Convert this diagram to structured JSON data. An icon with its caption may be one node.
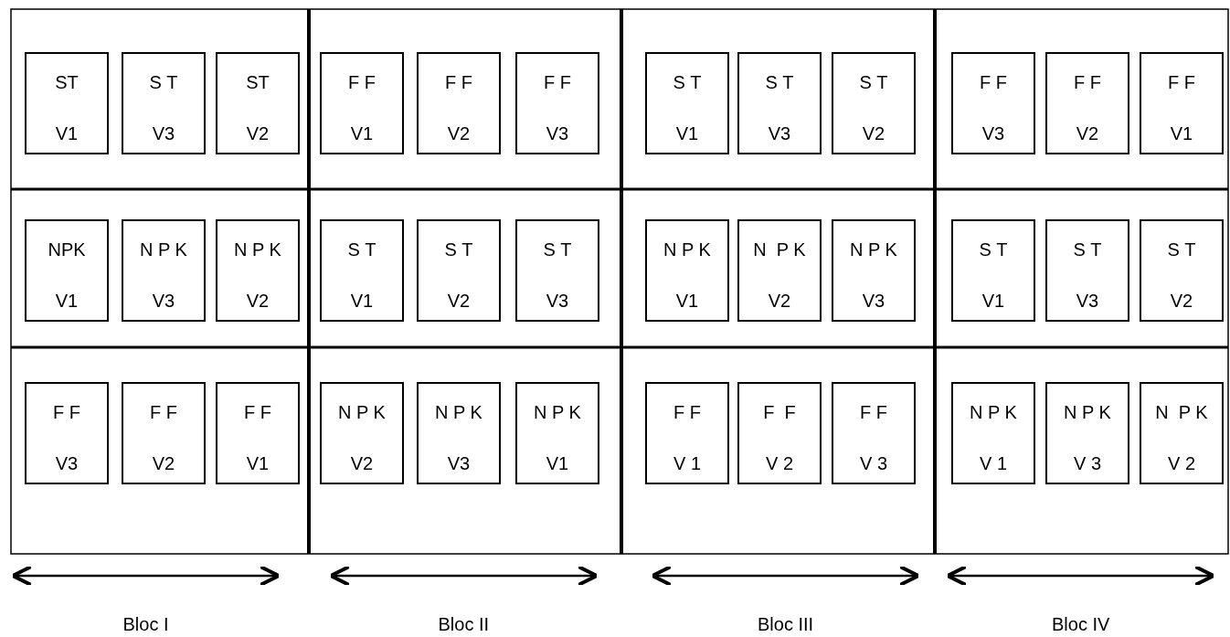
{
  "diagram": {
    "nodes": [
      {
        "text": [
          "ST",
          "V1"
        ]
      },
      {
        "text": [
          "S T",
          "V3"
        ]
      },
      {
        "text": [
          "ST",
          "V2"
        ]
      },
      {
        "text": [
          "F F",
          "V1"
        ]
      },
      {
        "text": [
          "F F",
          "V2"
        ]
      },
      {
        "text": [
          "F F",
          "V3"
        ]
      },
      {
        "text": [
          "S T",
          "V1"
        ]
      },
      {
        "text": [
          "S T",
          "V3"
        ]
      },
      {
        "text": [
          "S T",
          "V2"
        ]
      },
      {
        "text": [
          "F F",
          "V3"
        ]
      },
      {
        "text": [
          "F F",
          "V2"
        ]
      },
      {
        "text": [
          "F F",
          "V1"
        ]
      },
      {
        "text": [
          "NPK",
          "V1"
        ]
      },
      {
        "text": [
          "N P K",
          "V3"
        ]
      },
      {
        "text": [
          "N P K",
          "V2"
        ]
      },
      {
        "text": [
          "S T",
          "V1"
        ]
      },
      {
        "text": [
          "S T",
          "V2"
        ]
      },
      {
        "text": [
          "S T",
          "V3"
        ]
      },
      {
        "text": [
          "N P K",
          "V1"
        ]
      },
      {
        "text": [
          "N  P K",
          "V2"
        ]
      },
      {
        "text": [
          "N P K",
          "V3"
        ]
      },
      {
        "text": [
          "S T",
          "V1"
        ]
      },
      {
        "text": [
          "S T",
          "V3"
        ]
      },
      {
        "text": [
          "S T",
          "V2"
        ]
      },
      {
        "text": [
          "F F",
          "V3"
        ]
      },
      {
        "text": [
          "F F",
          "V2"
        ]
      },
      {
        "text": [
          "F F",
          "V1"
        ]
      },
      {
        "text": [
          "N P K",
          "V2"
        ]
      },
      {
        "text": [
          "N P K",
          "V3"
        ]
      },
      {
        "text": [
          "N P K",
          "V1"
        ]
      },
      {
        "text": [
          "F F",
          "V 1"
        ]
      },
      {
        "text": [
          "F  F",
          "V 2"
        ]
      },
      {
        "text": [
          "F F",
          "V 3"
        ]
      },
      {
        "text": [
          "N P K",
          "V 1"
        ]
      },
      {
        "text": [
          "N P K",
          "V 3"
        ]
      },
      {
        "text": [
          "N  P K",
          "V 2"
        ]
      }
    ],
    "labels": [
      "Bloc I",
      "Bloc II",
      "Bloc III",
      "Bloc IV"
    ]
  }
}
